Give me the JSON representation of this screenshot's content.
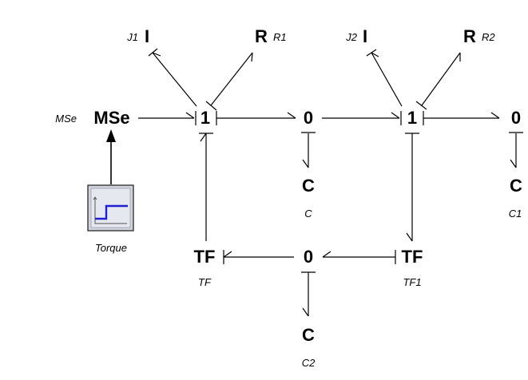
{
  "elements": {
    "mse": {
      "symbol": "MSe",
      "label": "MSe"
    },
    "j1": {
      "symbol": "I",
      "label": "J1"
    },
    "r1": {
      "symbol": "R",
      "label": "R1"
    },
    "j2": {
      "symbol": "I",
      "label": "J2"
    },
    "r2": {
      "symbol": "R",
      "label": "R2"
    },
    "one_a": {
      "symbol": "1"
    },
    "one_b": {
      "symbol": "1"
    },
    "zero_a": {
      "symbol": "0"
    },
    "zero_b": {
      "symbol": "0"
    },
    "zero_c": {
      "symbol": "0"
    },
    "c": {
      "symbol": "C",
      "label": "C"
    },
    "c1": {
      "symbol": "C",
      "label": "C1"
    },
    "c2": {
      "symbol": "C",
      "label": "C2"
    },
    "tf": {
      "symbol": "TF",
      "label": "TF"
    },
    "tf1": {
      "symbol": "TF",
      "label": "TF1"
    },
    "torque": {
      "label": "Torque"
    }
  },
  "colors": {
    "step_signal": "#1f1fd0",
    "block_fill": "#cfd3de"
  }
}
